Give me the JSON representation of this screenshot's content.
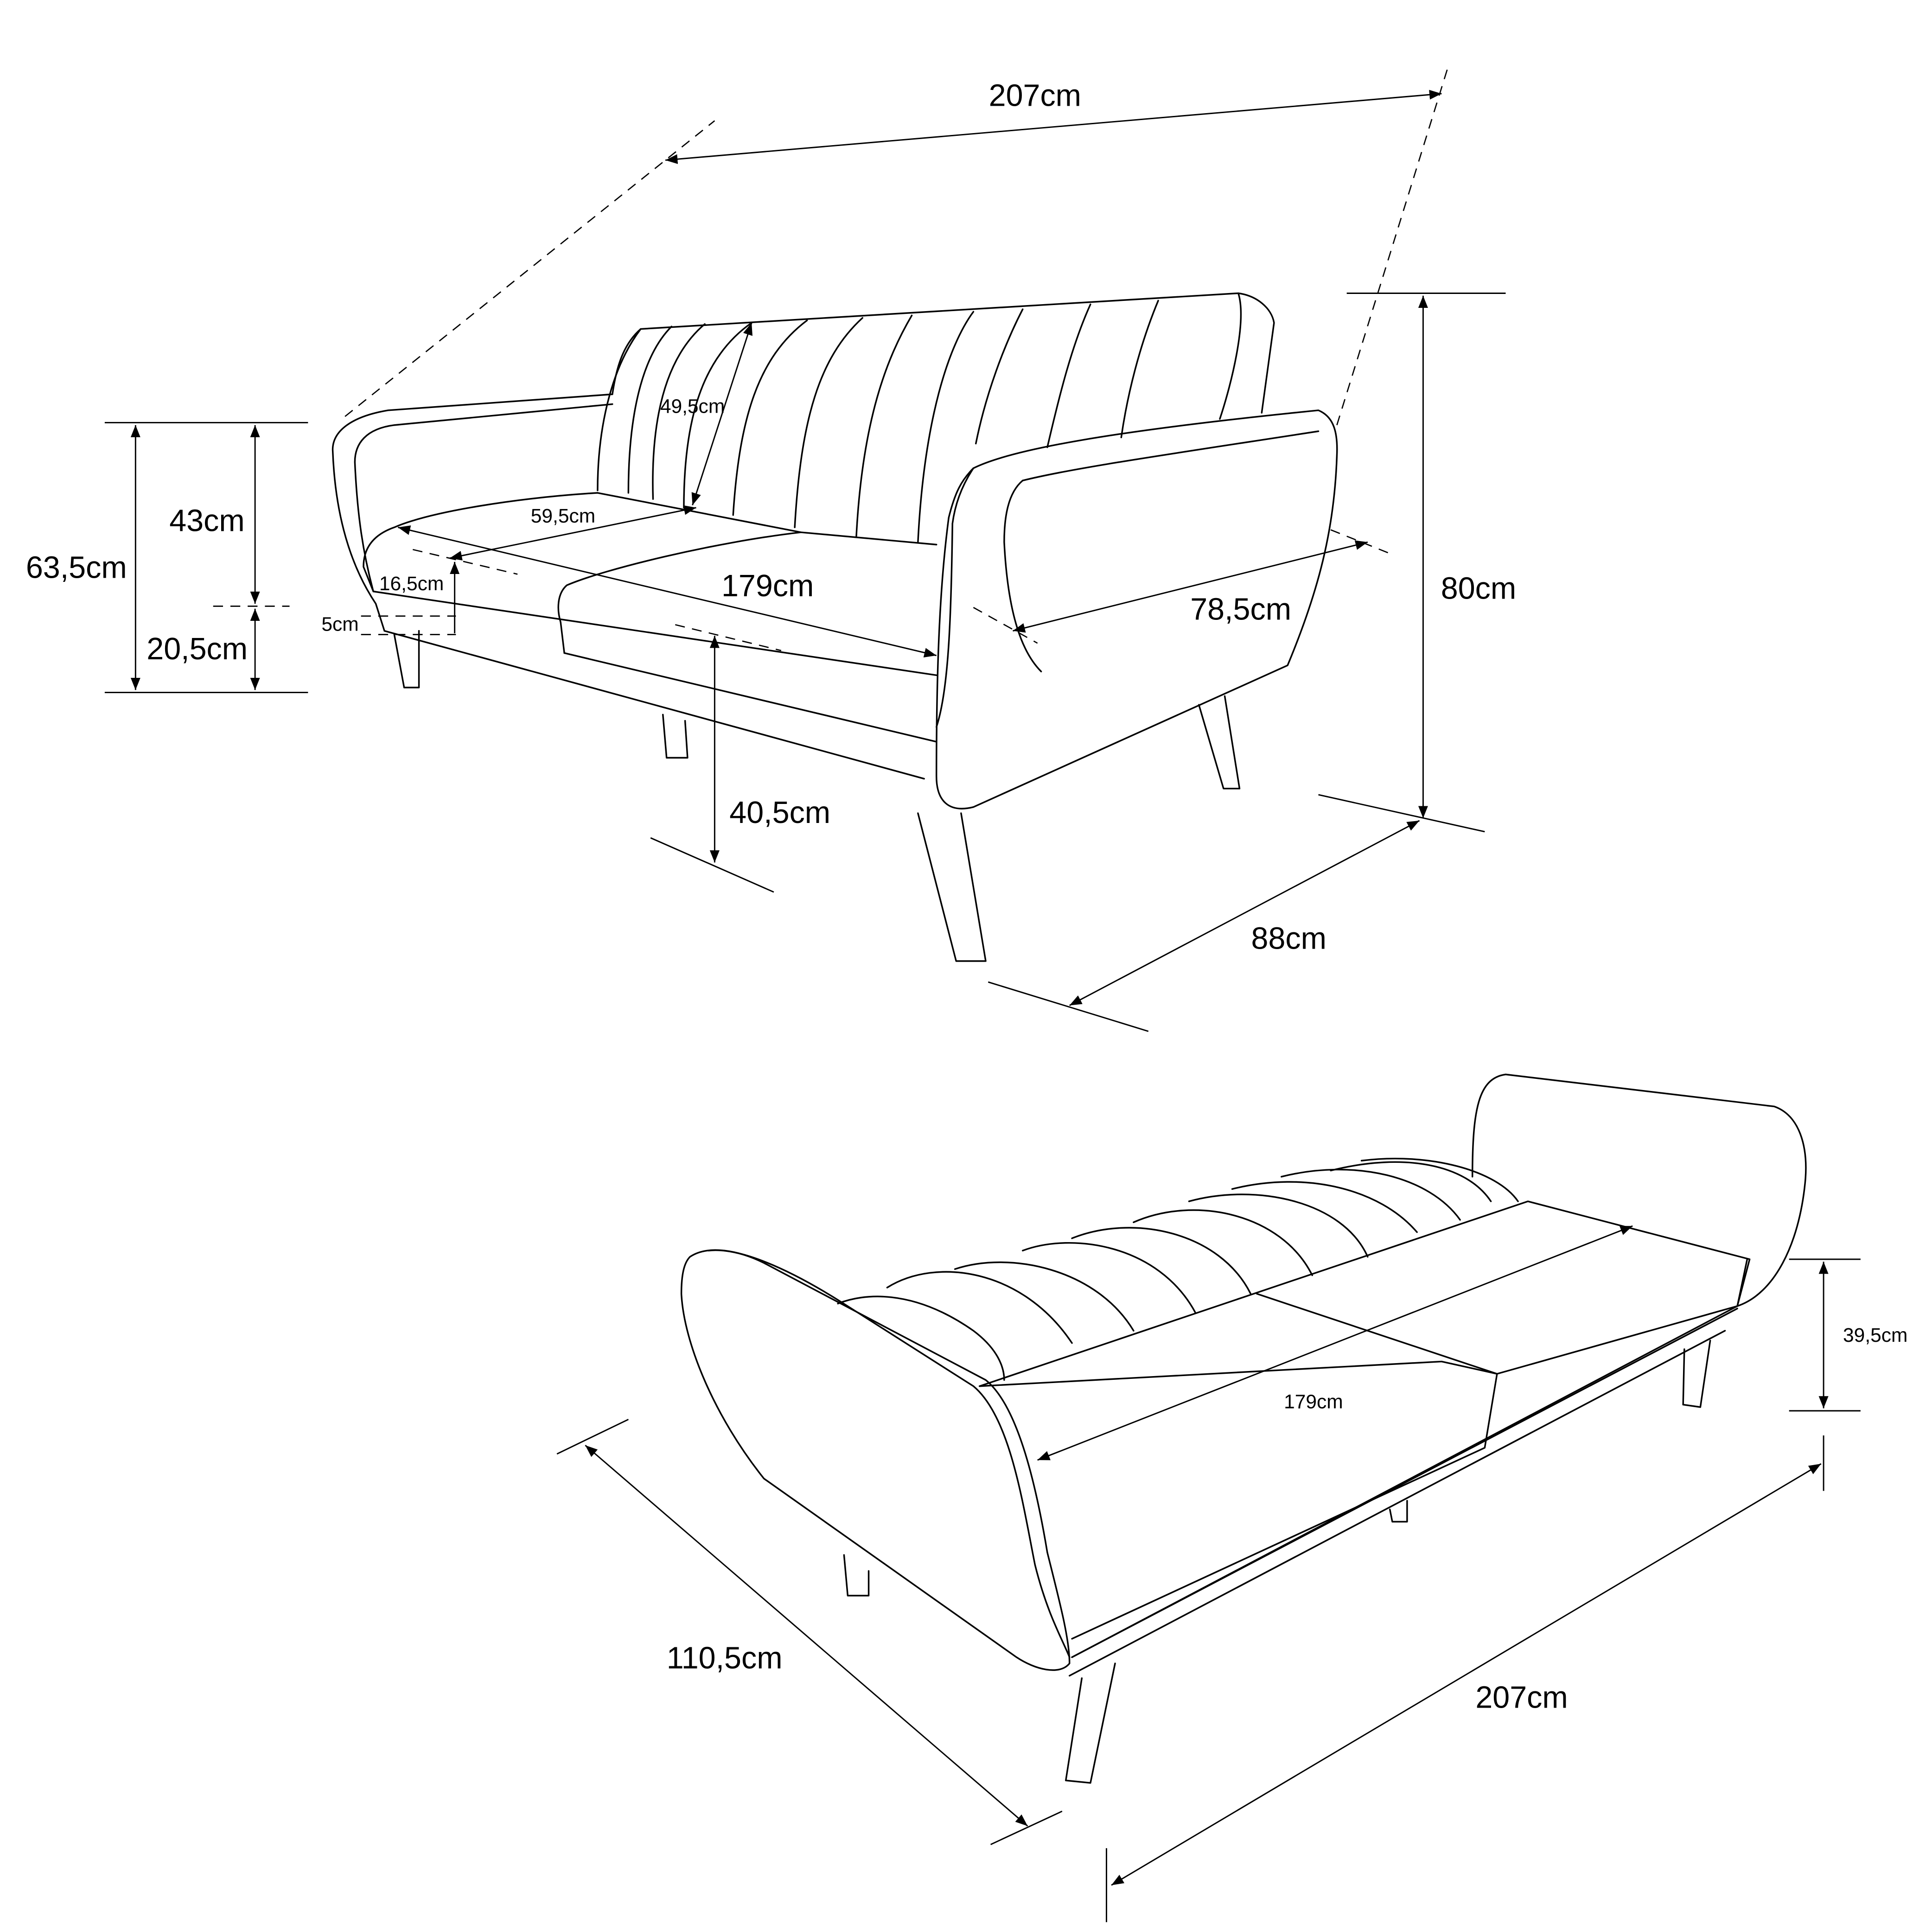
{
  "top_view": {
    "overall_width": "207cm",
    "backrest_height": "49,5cm",
    "seat_depth": "59,5cm",
    "backrest_above_seat": "43cm",
    "arm_height": "63,5cm",
    "seat_width": "179cm",
    "cushion_thickness": "16,5cm",
    "side_depth": "78,5cm",
    "total_height": "80cm",
    "base_thickness": "5cm",
    "seat_height_to_arm": "20,5cm",
    "seat_height": "40,5cm",
    "overall_depth": "88cm"
  },
  "bed_view": {
    "bed_length": "179cm",
    "bed_height": "39,5cm",
    "bed_depth": "110,5cm",
    "overall_width": "207cm"
  }
}
